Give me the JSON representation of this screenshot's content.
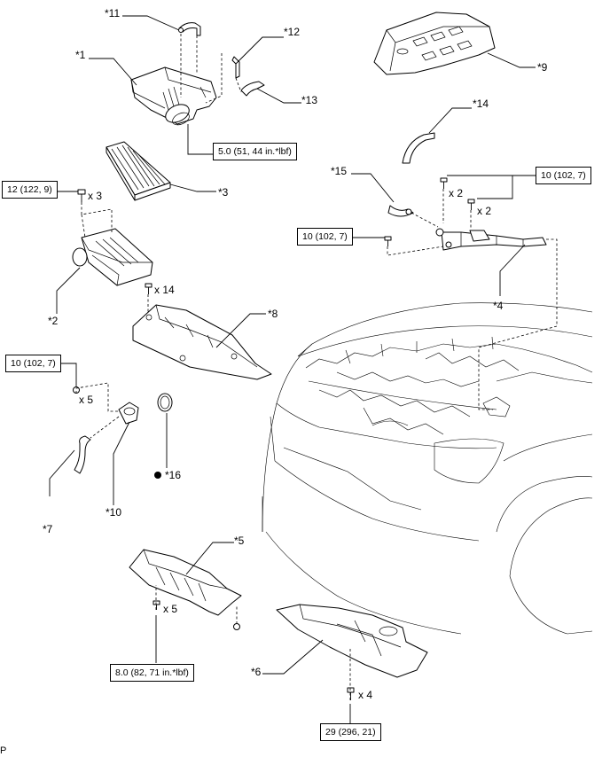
{
  "callouts": {
    "c1": "*1",
    "c2": "*2",
    "c3": "*3",
    "c4": "*4",
    "c5": "*5",
    "c6": "*6",
    "c7": "*7",
    "c8": "*8",
    "c9": "*9",
    "c10": "*10",
    "c11": "*11",
    "c12": "*12",
    "c13": "*13",
    "c14": "*14",
    "c15": "*15",
    "c16": "*16"
  },
  "torques": {
    "t_aircleaner": "5.0 (51, 44 in.*lbf)",
    "t_case": "12 (122, 9)",
    "t_pipe_bolts": "10 (102, 7)",
    "t_pipe_bracket": "10 (102, 7)",
    "t_outlet": "10 (102, 7)",
    "t_cover5": "8.0 (82, 71 in.*lbf)",
    "t_under": "29 (296, 21)"
  },
  "quantities": {
    "q_case": "x 3",
    "q_pipe1": "x 2",
    "q_pipe2": "x 2",
    "q_cover8": "x 14",
    "q_outlet": "x 5",
    "q_cover5": "x 5",
    "q_under": "x 4"
  },
  "legend": {
    "new_part_marker": "●"
  },
  "page_code": "P"
}
